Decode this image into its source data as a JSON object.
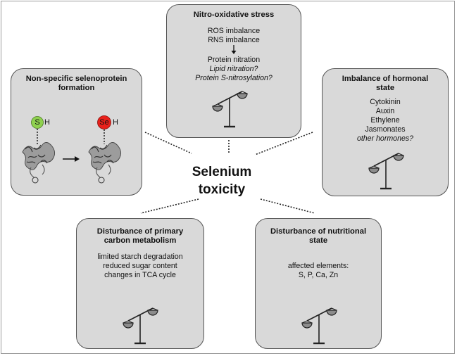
{
  "center": {
    "line1": "Selenium",
    "line2": "toxicity"
  },
  "cards": {
    "nitro": {
      "title": "Nitro-oxidative stress",
      "lines": [
        "ROS imbalance",
        "RNS imbalance",
        "Protein nitration",
        "Lipid nitration?",
        "Protein S-nitrosylation?"
      ]
    },
    "selenoprotein": {
      "title_line1": "Non-specific selenoprotein",
      "title_line2": "formation",
      "left_label_s": "S",
      "left_label_h": "H",
      "right_label_se": "Se",
      "right_label_h": "H"
    },
    "hormonal": {
      "title_line1": "Imbalance of hormonal",
      "title_line2": "state",
      "lines": [
        "Cytokinin",
        "Auxin",
        "Ethylene",
        "Jasmonates",
        "other hormones?"
      ]
    },
    "carbon": {
      "title_line1": "Disturbance of primary",
      "title_line2": "carbon metabolism",
      "lines": [
        "limited starch degradation",
        "reduced sugar content",
        "changes in TCA cycle"
      ]
    },
    "nutritional": {
      "title_line1": "Disturbance of nutritional",
      "title_line2": "state",
      "lines": [
        "affected elements:",
        "S, P, Ca, Zn"
      ]
    }
  },
  "colors": {
    "card_fill": "#d9d9d9",
    "sulfur_circle": "#8fd14f",
    "selenium_circle": "#e8211b",
    "scale_pan": "#8c8c8c"
  },
  "icons": [
    "balance-scale-icon",
    "protein-structure-icon",
    "arrow-right-icon",
    "arrow-down-icon"
  ]
}
